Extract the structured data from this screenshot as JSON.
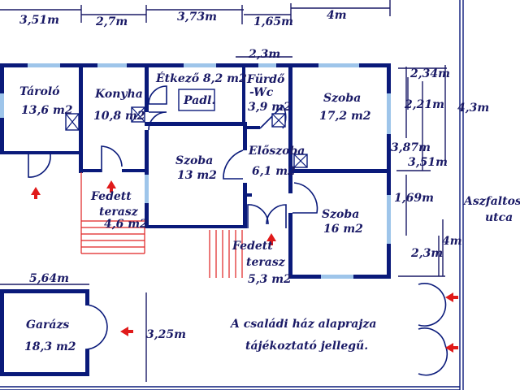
{
  "rooms": {
    "tarolo": {
      "name": "Tároló",
      "area": "13,6 m2"
    },
    "konyha": {
      "name": "Konyha",
      "area": "10,8 m2"
    },
    "etkezo": {
      "name": "Étkező 8,2 m2",
      "sub": "Padl."
    },
    "furdo": {
      "name": "Fürdő",
      "name2": "-Wc",
      "area": "3,9 m2"
    },
    "szoba1": {
      "name": "Szoba",
      "area": "17,2 m2"
    },
    "szoba2": {
      "name": "Szoba",
      "area": "13 m2"
    },
    "eloszoba": {
      "name": "Előszoba",
      "area": "6,1 m2"
    },
    "terasz1": {
      "name": "Fedett",
      "name2": "terasz",
      "area": "4,6 m2"
    },
    "szoba3": {
      "name": "Szoba",
      "area": "16 m2"
    },
    "terasz2": {
      "name": "Fedett",
      "name2": "terasz",
      "area": "5,3 m2"
    },
    "garazs": {
      "name": "Garázs",
      "area": "18,3 m2"
    }
  },
  "dimensions": {
    "top_1": "3,51m",
    "top_2": "2,7m",
    "top_3": "3,73m",
    "top_4": "1,65m",
    "top_5": "4m",
    "furdo_width": "2,3m",
    "right_1": "2,34m",
    "right_2": "2,21m",
    "right_3": "4,3m",
    "right_4": "3,87m",
    "right_5": "3,51m",
    "right_6": "1,69m",
    "right_7": "4m",
    "right_8": "2,3m",
    "garage_width": "5,64m",
    "garage_depth": "3,25m"
  },
  "street": {
    "line1": "Aszfaltos",
    "line2": "utca"
  },
  "note": {
    "line1": "A családi ház alaprajza",
    "line2": "tájékoztató jellegű."
  },
  "colors": {
    "walls": "#0a1a7a",
    "windows": "#9ec5ea",
    "entrance_arrows": "#e01a1a",
    "text": "#1a1a66"
  }
}
